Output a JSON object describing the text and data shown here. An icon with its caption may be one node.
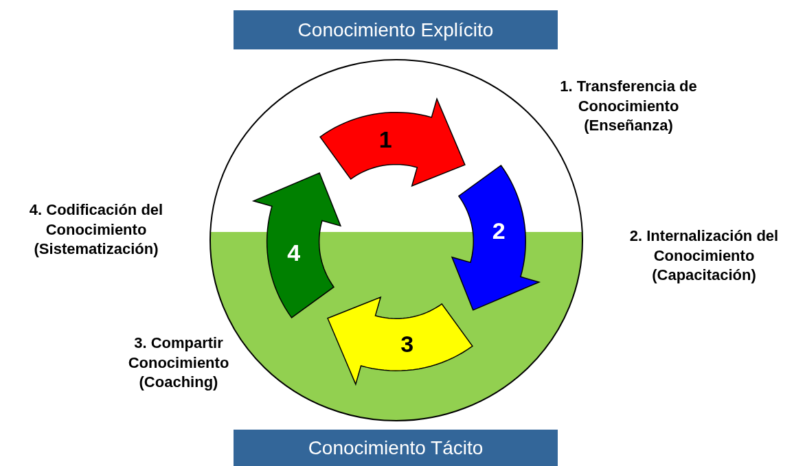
{
  "diagram": {
    "nodes": [
      {
        "text": [
          "Conocimiento Explícito"
        ]
      },
      {
        "text": [],
        "shape": "circle"
      },
      {
        "text": [
          "1"
        ],
        "in": 1
      },
      {
        "text": [
          "2"
        ],
        "in": 1
      },
      {
        "text": [
          "3"
        ],
        "in": 1
      },
      {
        "text": [
          "4"
        ],
        "in": 1
      },
      {
        "text": [
          "Conocimiento Tácito"
        ]
      }
    ],
    "labels": [
      "1. Transferencia de Conocimiento (Enseñanza)",
      "4. Codificación del Conocimiento (Sistematización)",
      "2. Internalización del Conocimiento (Capacitación)",
      "3. Compartir Conocimiento (Coaching)"
    ]
  }
}
